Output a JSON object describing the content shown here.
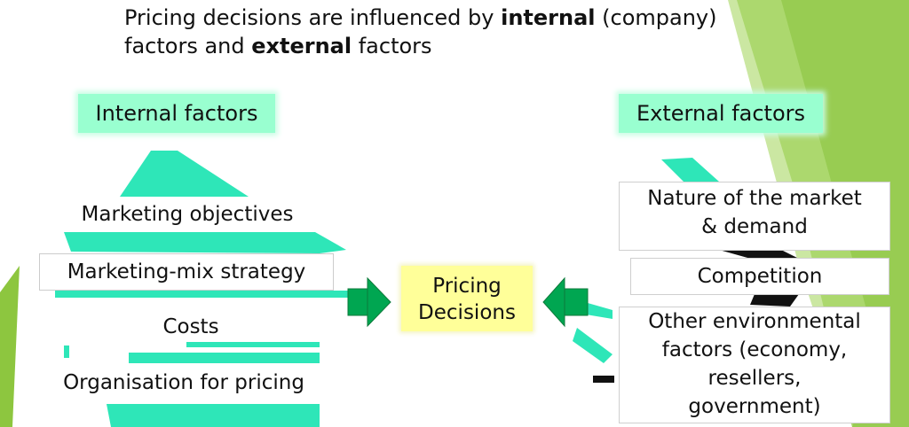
{
  "title": {
    "part1": "Pricing decisions are influenced by ",
    "bold1": "internal",
    "part2": " (company)",
    "part3": "factors and ",
    "bold2": "external",
    "part4": " factors"
  },
  "internal": {
    "header": "Internal factors",
    "items": [
      "Marketing objectives",
      "Marketing-mix strategy",
      "Costs",
      "Organisation for pricing"
    ]
  },
  "external": {
    "header": "External factors",
    "items": [
      [
        "Nature of the market",
        "& demand"
      ],
      [
        "Competition"
      ],
      [
        "Other environmental",
        "factors (economy,",
        "resellers,",
        "government)"
      ]
    ]
  },
  "center": {
    "line1": "Pricing",
    "line2": "Decisions"
  },
  "colors": {
    "header_fill": "#99ffd0",
    "center_fill": "#ffff99",
    "arrow_fill": "#00a651",
    "deco_teal": "#2ee6b8",
    "deco_green": "#8dc63f"
  }
}
